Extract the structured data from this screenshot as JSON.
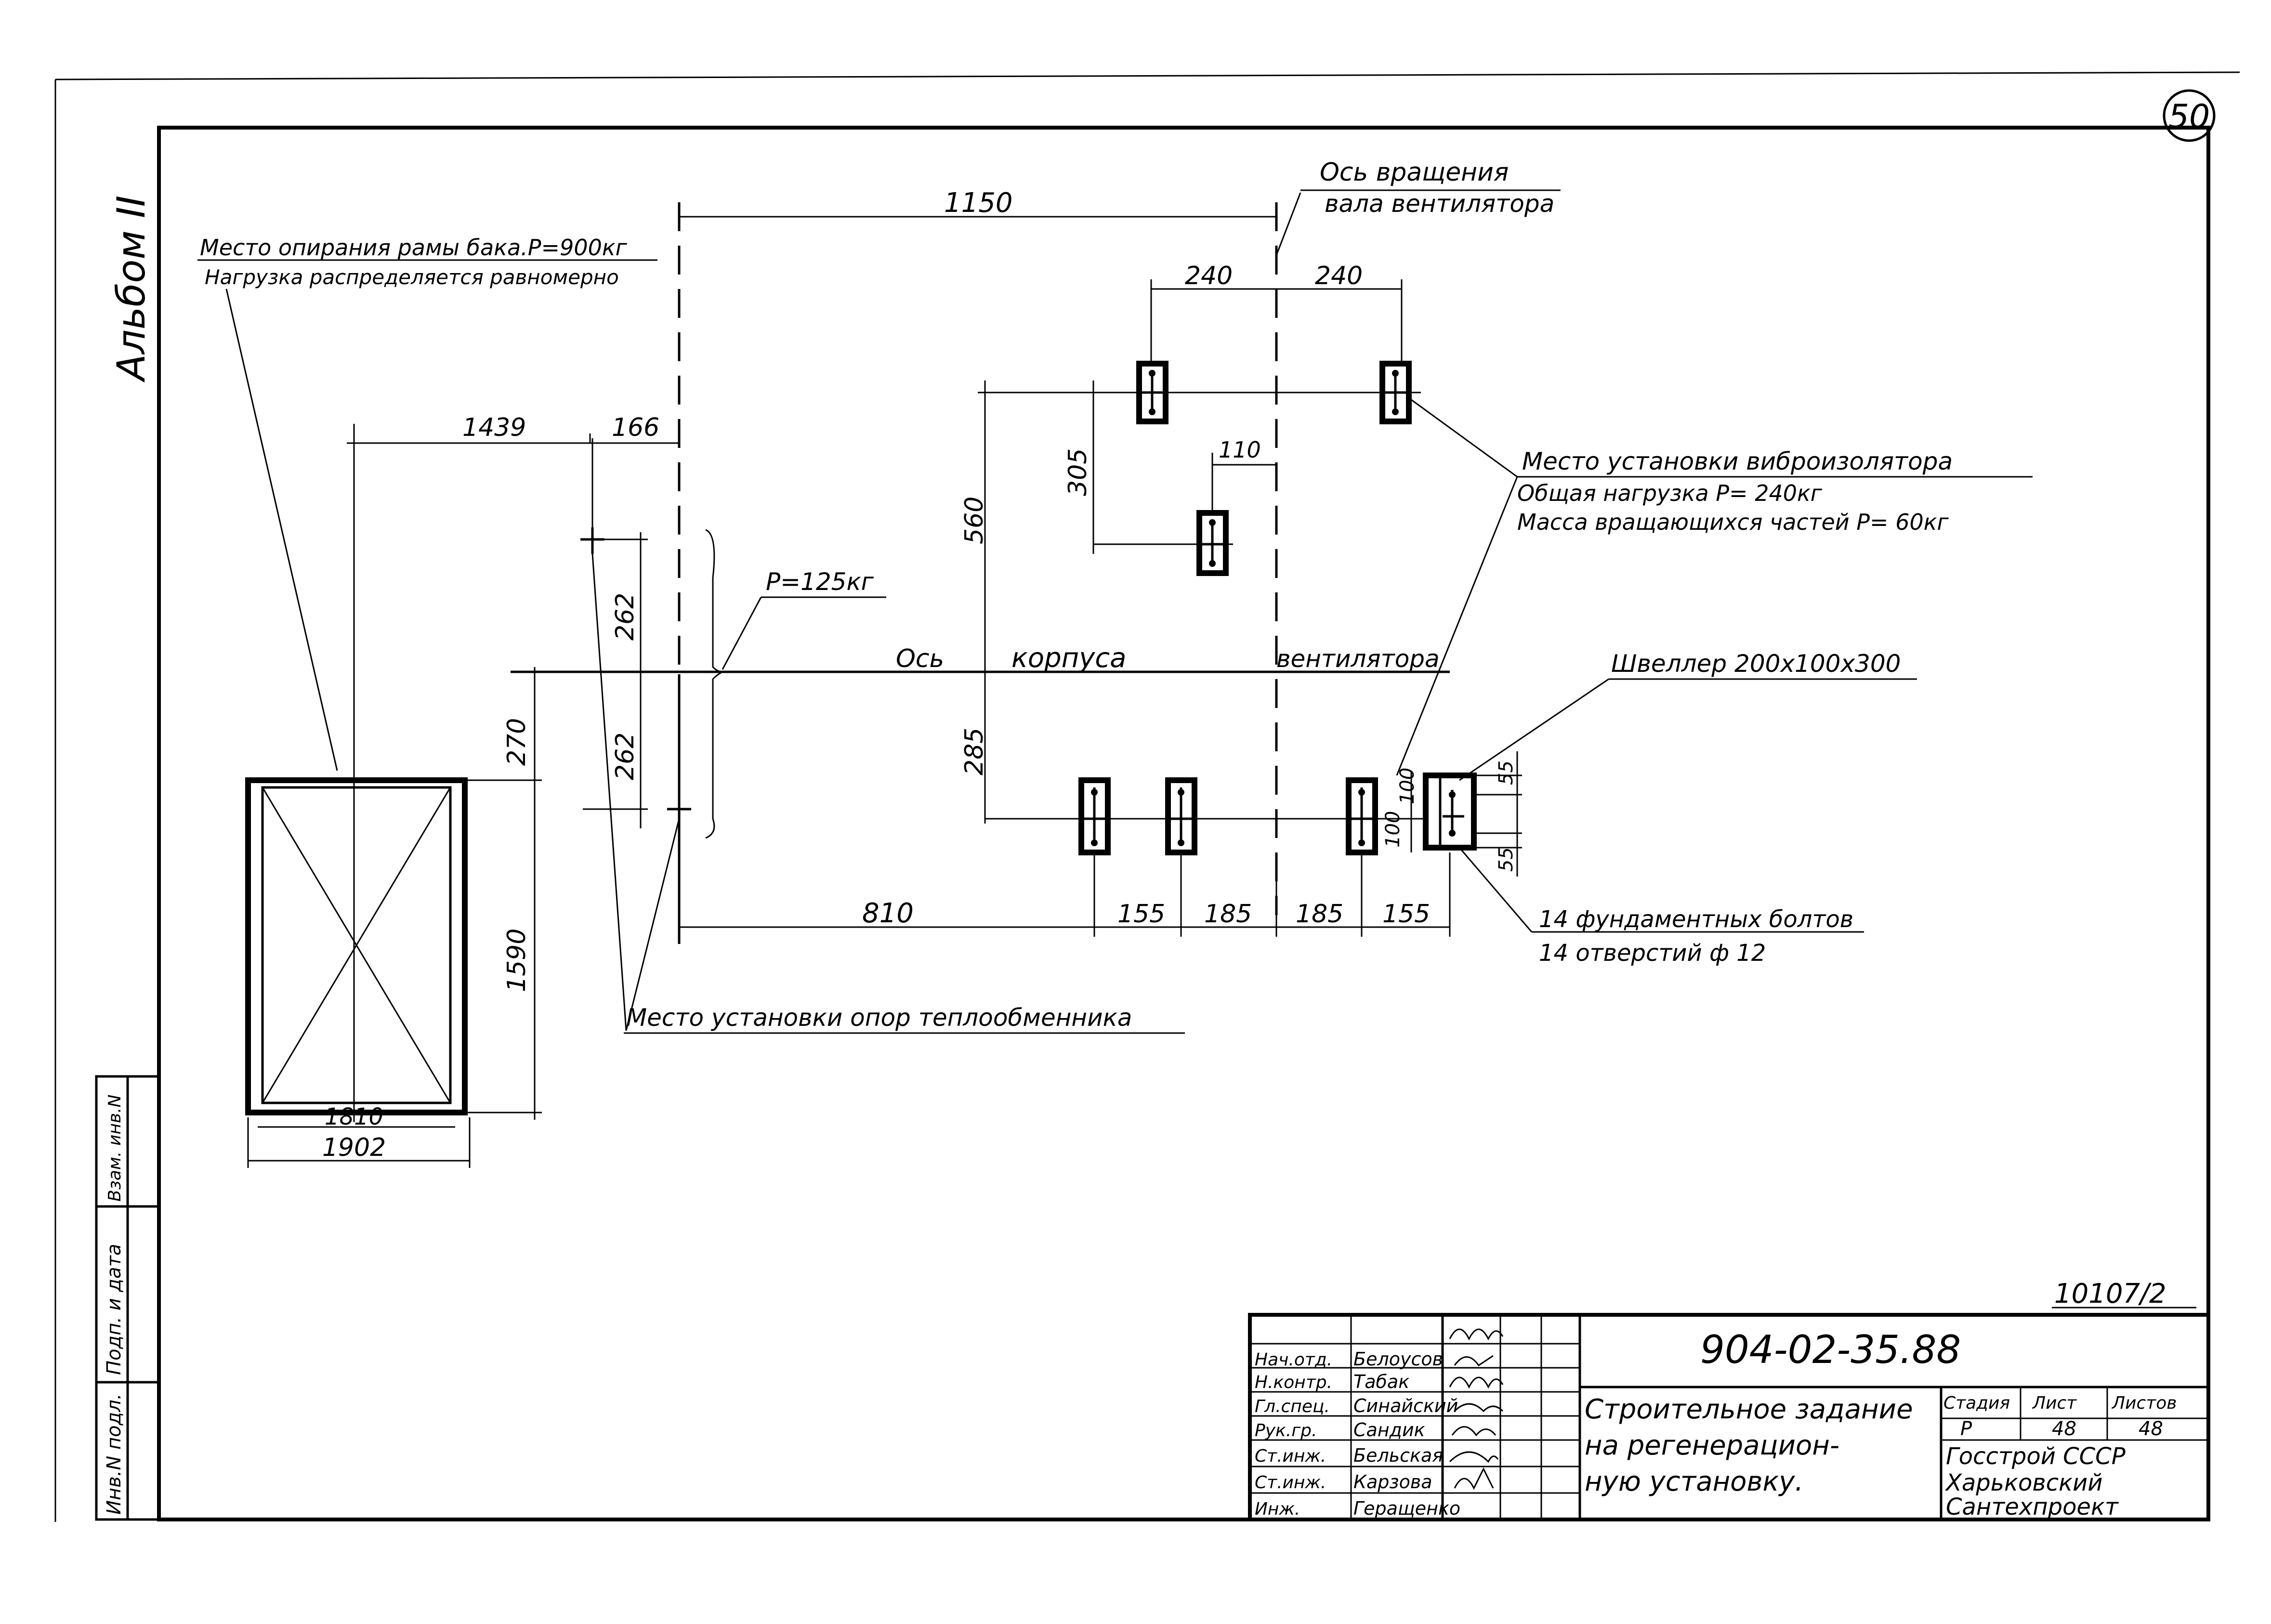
{
  "sheet_number": "50",
  "album_label": "Альбом II",
  "doc_number": "904-02-35.88",
  "inventory_number": "10107/2",
  "dims": {
    "d1150": "1150",
    "d240a": "240",
    "d240b": "240",
    "d1439": "1439",
    "d166": "166",
    "d305": "305",
    "d560": "560",
    "d110": "110",
    "d262a": "262",
    "d262b": "262",
    "d270": "270",
    "d285": "285",
    "d1590": "1590",
    "d810": "810",
    "d155a": "155",
    "d185a": "185",
    "d185b": "185",
    "d155b": "155",
    "d100a": "100",
    "d100b": "100",
    "d55a": "55",
    "d55b": "55",
    "d1810": "1810",
    "d1902": "1902"
  },
  "labels": {
    "axis_rotation_1": "Ось вращения",
    "axis_rotation_2": "вала вентилятора",
    "frame_support_1": "Место опирания рамы бака.P=900кг",
    "frame_support_2": "Нагрузка распределяется равномерно",
    "vibro_1": "Место установки виброизолятора",
    "vibro_2": "Общая нагрузка P= 240кг",
    "vibro_3": "Масса вращающихся частей P= 60кг",
    "p125": "P=125кг",
    "axis_word": "Ось",
    "body_word": "корпуса",
    "fan_word": "вентилятора",
    "channel": "Швеллер 200х100х300",
    "bolts_1": "14 фундаментных болтов",
    "bolts_2": "14 отверстий ф 12",
    "exchanger": "Место установки опор теплообменника"
  },
  "left_strip": {
    "inv_podl": "Инв.N подл.",
    "sign_date": "Подп. и дата",
    "vzam": "Взам. инв.N"
  },
  "title_block": {
    "rows": [
      {
        "role": "Нач.отд.",
        "name": "Белоусов"
      },
      {
        "role": "Н.контр.",
        "name": "Табак"
      },
      {
        "role": "Гл.спец.",
        "name": "Синайский"
      },
      {
        "role": "Рук.гр.",
        "name": "Сандик"
      },
      {
        "role": "Ст.инж.",
        "name": "Бельская"
      },
      {
        "role": "Ст.инж.",
        "name": "Карзова"
      },
      {
        "role": "Инж.",
        "name": "Геращенко"
      }
    ],
    "title_1": "Строительное задание",
    "title_2": "на регенерацион-",
    "title_3": "ную установку.",
    "stage_label": "Стадия",
    "sheet_label": "Лист",
    "sheets_label": "Листов",
    "stage_value": "Р",
    "sheet_value": "48",
    "sheets_value": "48",
    "org_1": "Госстрой СССР",
    "org_2": "Харьковский",
    "org_3": "Сантехпроект"
  }
}
